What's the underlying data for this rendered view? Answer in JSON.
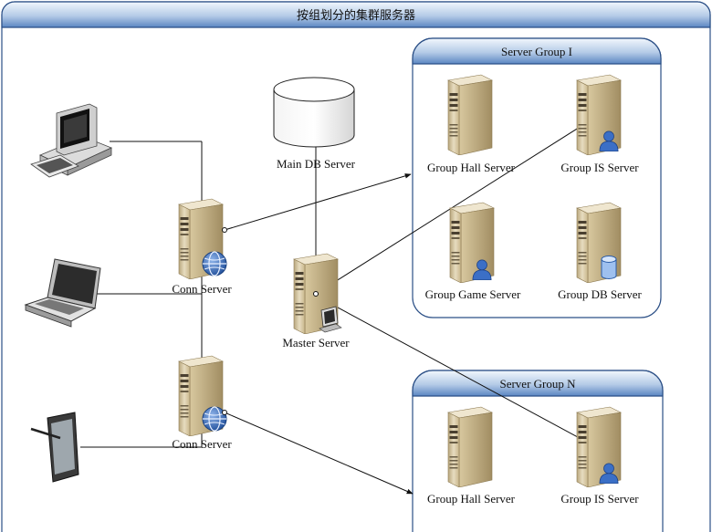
{
  "title": "按组划分的集群服务器",
  "nodes": {
    "main_db": "Main DB Server",
    "conn1": "Conn Server",
    "conn2": "Conn Server",
    "master": "Master Server"
  },
  "groups": [
    {
      "title": "Server Group I",
      "members": [
        "Group Hall Server",
        "Group IS Server",
        "Group Game Server",
        "Group DB Server"
      ]
    },
    {
      "title": "Server Group N",
      "members": [
        "Group Hall Server",
        "Group IS Server"
      ]
    }
  ],
  "colors": {
    "header_top": "#eef4fb",
    "header_bottom": "#5a86c2",
    "server_body": "#d9c9a3",
    "globe": "#2f63b5",
    "line": "#111111"
  }
}
